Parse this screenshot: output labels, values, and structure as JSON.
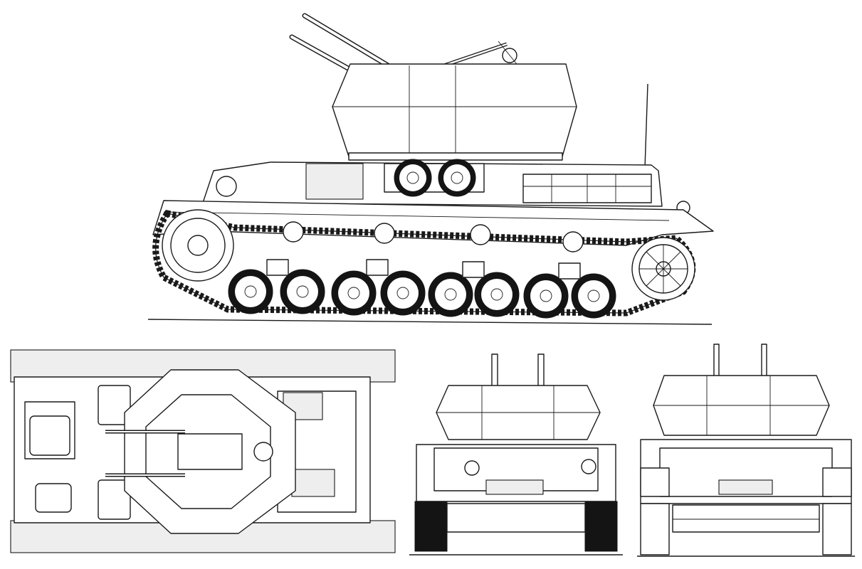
{
  "drawing": {
    "line_color": "#1a1a1a",
    "background": "#ffffff",
    "views": [
      "side-view",
      "top-view",
      "front-view",
      "rear-view"
    ]
  }
}
